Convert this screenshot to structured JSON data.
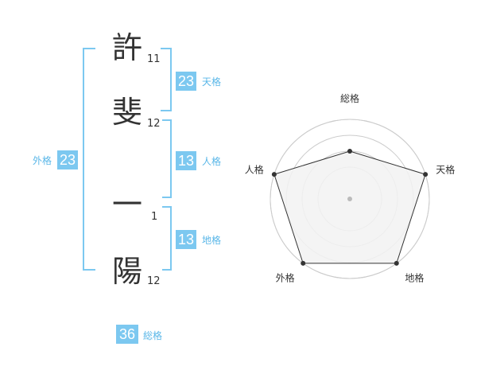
{
  "name": {
    "chars": [
      "許",
      "斐",
      "一",
      "陽"
    ],
    "strokes": [
      "11",
      "12",
      "1",
      "12"
    ]
  },
  "fortunes": {
    "tenkaku": {
      "value": "23",
      "label": "天格"
    },
    "jinkaku": {
      "value": "13",
      "label": "人格"
    },
    "chikaku": {
      "value": "13",
      "label": "地格"
    },
    "gaikaku": {
      "value": "23",
      "label": "外格"
    },
    "soukaku": {
      "value": "36",
      "label": "総格"
    }
  },
  "chart_data": {
    "type": "radar",
    "axes": [
      "総格",
      "天格",
      "地格",
      "外格",
      "人格"
    ],
    "values": [
      2,
      4,
      4,
      4,
      4
    ],
    "max": 4,
    "rings": 4,
    "colors": {
      "fill": "#f2f2f2",
      "stroke": "#333333",
      "grid": "#cccccc",
      "center": "#bbbbbb"
    }
  },
  "colors": {
    "accent": "#7cc8f0",
    "accent_text": "#5ab7e8",
    "text": "#333333"
  }
}
